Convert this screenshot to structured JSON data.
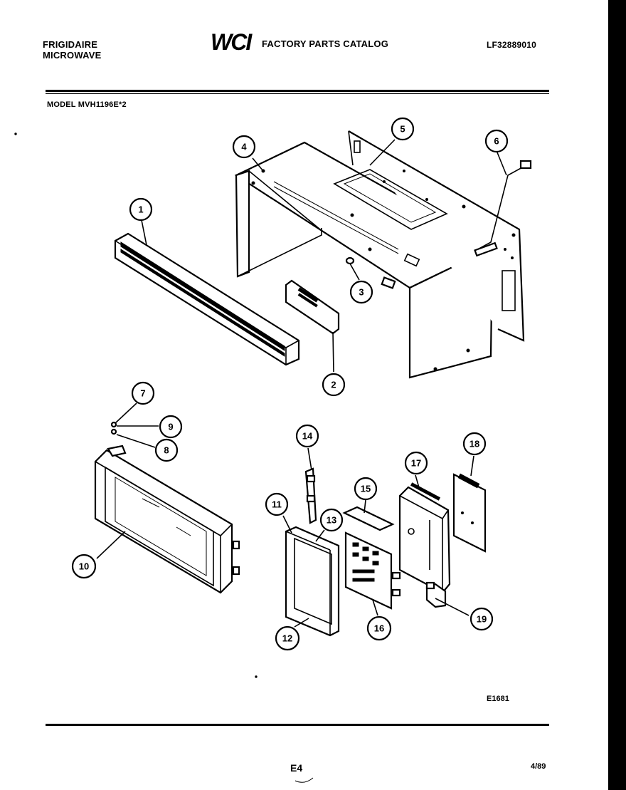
{
  "header": {
    "brand_line1": "FRIGIDAIRE",
    "brand_line2": "MICROWAVE",
    "logo": "WCI",
    "catalog_title": "FACTORY PARTS CATALOG",
    "catalog_code": "LF32889010",
    "model": "MODEL MVH1196E*2"
  },
  "callouts": [
    "1",
    "2",
    "3",
    "4",
    "5",
    "6",
    "7",
    "8",
    "9",
    "10",
    "11",
    "12",
    "13",
    "14",
    "15",
    "16",
    "17",
    "18",
    "19"
  ],
  "footer": {
    "figure_ref": "E1681",
    "page": "E4",
    "date": "4/89"
  }
}
